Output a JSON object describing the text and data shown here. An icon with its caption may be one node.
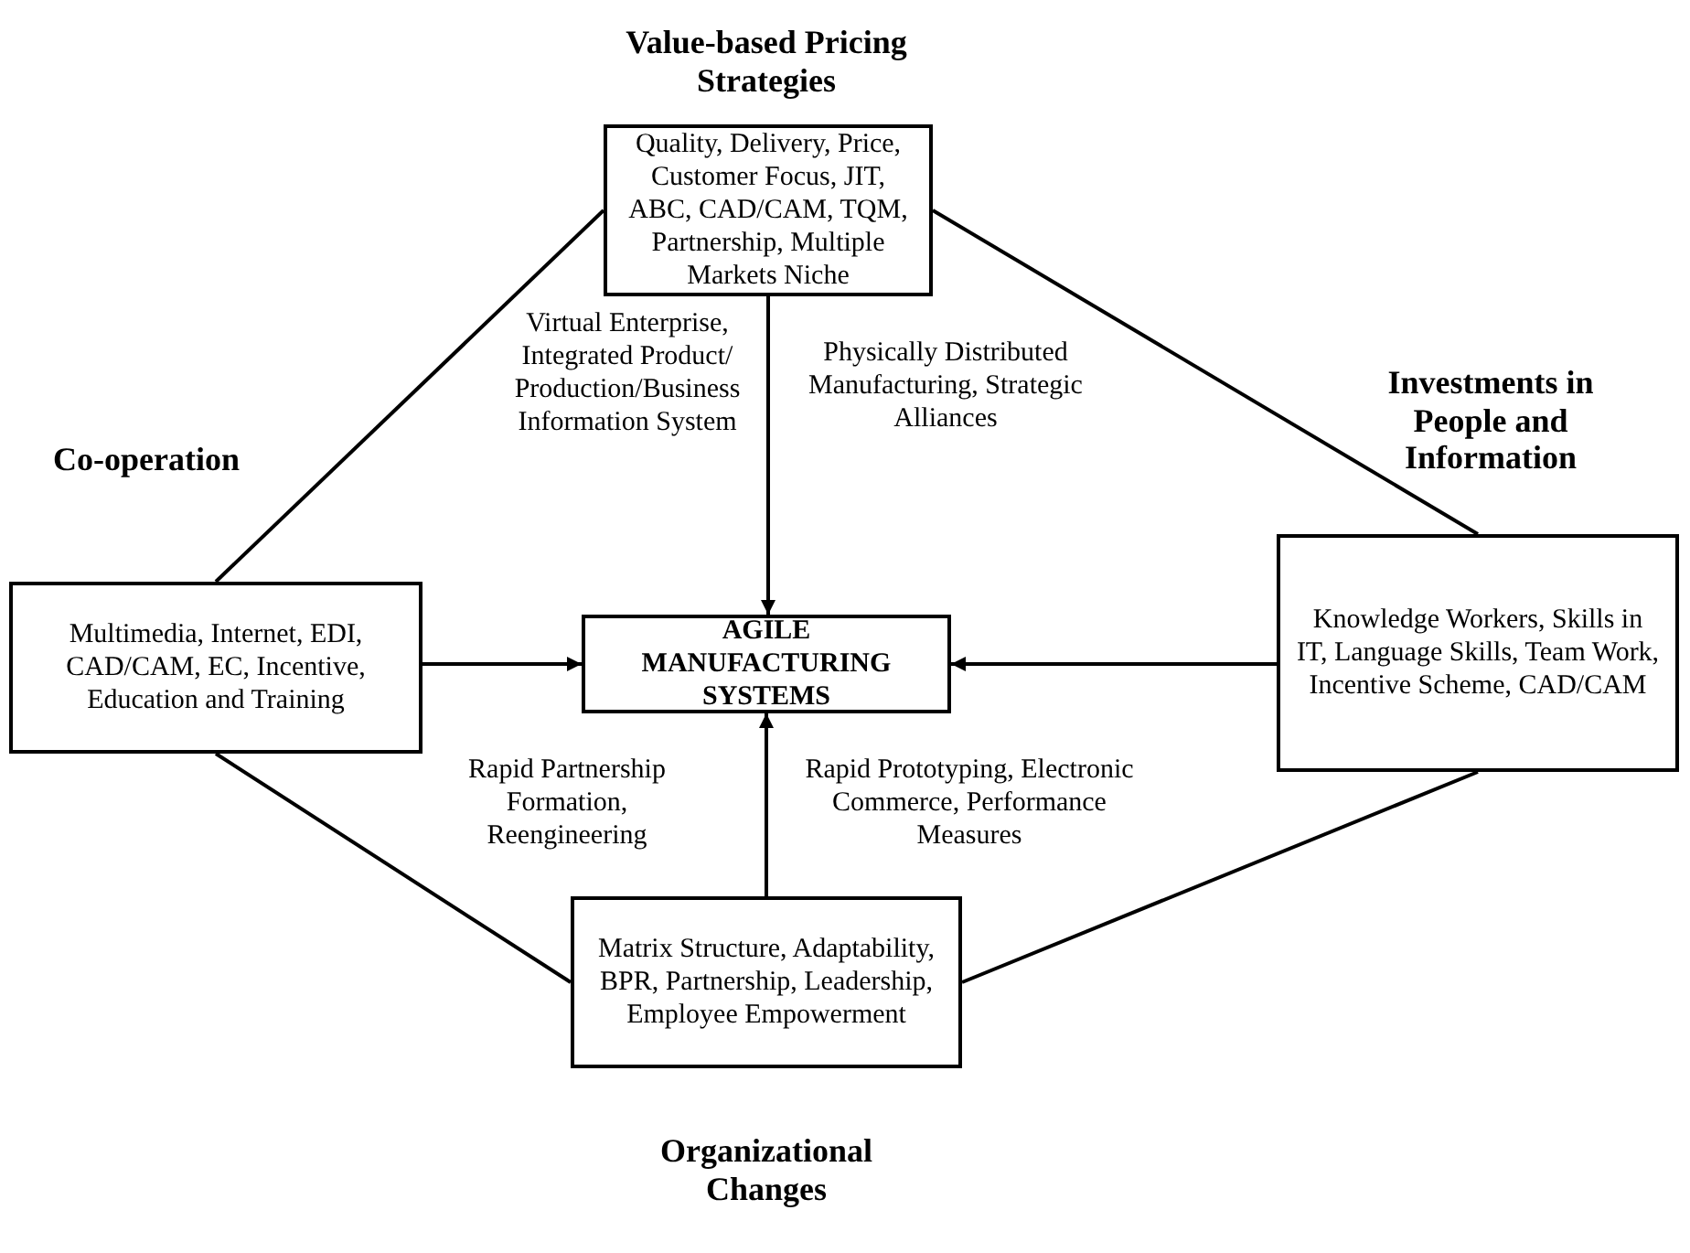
{
  "diagram": {
    "nodes": [
      {
        "text": [
          "Value-based Pricing Strategies",
          "Quality, Delivery, Price, Customer Focus, JIT, ABC, CAD/CAM, TQM, Partnership, Multiple Markets Niche"
        ]
      },
      {
        "text": [
          "Co-operation",
          "Multimedia, Internet, EDI, CAD/CAM, EC, Incentive, Education and Training"
        ]
      },
      {
        "text": [
          "AGILE MANUFACTURING SYSTEMS"
        ]
      },
      {
        "text": [
          "Investments in People and Information",
          "Knowledge Workers, Skills in IT, Language Skills, Team Work, Incentive Scheme, CAD/CAM"
        ]
      },
      {
        "text": [
          "Matrix Structure, Adaptability, BPR, Partnership, Leadership, Employee Empowerment",
          "Organizational Changes"
        ]
      }
    ],
    "edges": [
      {
        "from": 0,
        "to": 2,
        "arrow": "to"
      },
      {
        "from": 1,
        "to": 2,
        "arrow": "to"
      },
      {
        "from": 3,
        "to": 2,
        "arrow": "to"
      },
      {
        "from": 4,
        "to": 2,
        "arrow": "to"
      },
      {
        "from": 0,
        "to": 1,
        "arrow": "none"
      },
      {
        "from": 0,
        "to": 3,
        "arrow": "none"
      },
      {
        "from": 1,
        "to": 4,
        "arrow": "none"
      },
      {
        "from": 3,
        "to": 4,
        "arrow": "none"
      }
    ],
    "labels": [
      "Virtual Enterprise, Integrated Product/ Production/Business Information System",
      "Physically Distributed Manufacturing, Strategic Alliances",
      "Rapid Partnership Formation, Reengineering",
      "Rapid Prototyping, Electronic Commerce, Performance Measures"
    ]
  }
}
